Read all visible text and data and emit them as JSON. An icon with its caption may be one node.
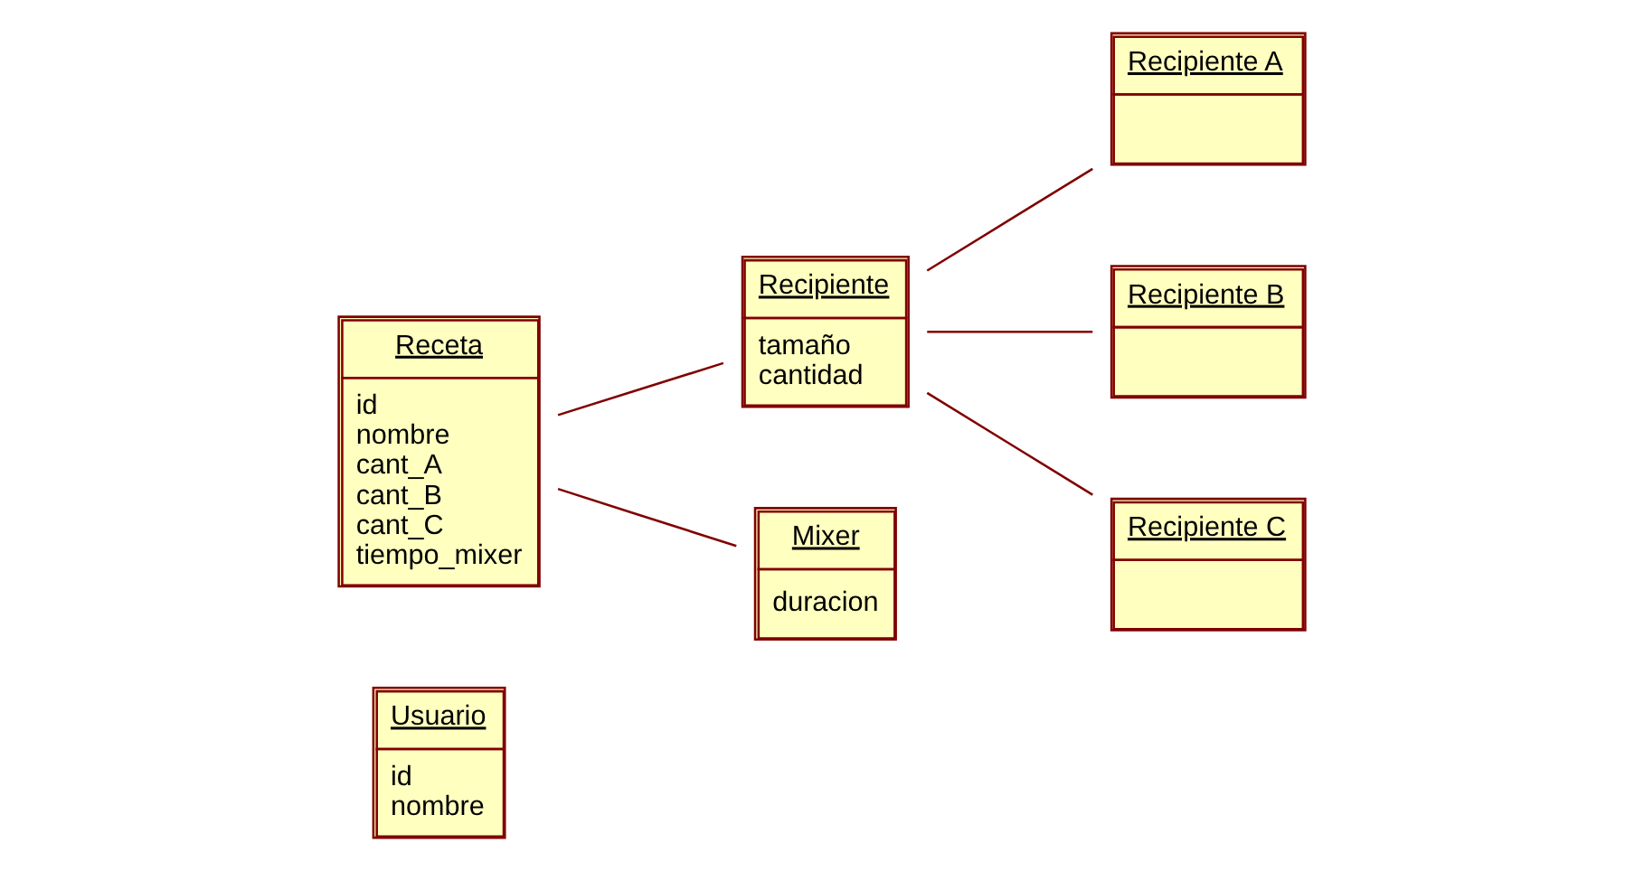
{
  "diagram": {
    "nodes": [
      {
        "text": [
          "Usuario",
          "id",
          "nombre"
        ]
      },
      {
        "text": [
          "Receta",
          "id",
          "nombre",
          "cant_A",
          "cant_B",
          "cant_C",
          "tiempo_mixer"
        ]
      },
      {
        "text": [
          "Recipiente",
          "tamaño",
          "cantidad"
        ]
      },
      {
        "text": [
          "Recipiente A"
        ]
      },
      {
        "text": [
          "Recipiente B"
        ]
      },
      {
        "text": [
          "Recipiente C"
        ]
      },
      {
        "text": [
          "Mixer",
          "duracion"
        ]
      }
    ],
    "edges": [
      {
        "from": 1,
        "to": 2,
        "arrow": "none"
      },
      {
        "from": 2,
        "to": 3,
        "arrow": "none"
      },
      {
        "from": 2,
        "to": 4,
        "arrow": "none"
      },
      {
        "from": 2,
        "to": 5,
        "arrow": "none"
      },
      {
        "from": 1,
        "to": 6,
        "arrow": "none"
      }
    ]
  }
}
